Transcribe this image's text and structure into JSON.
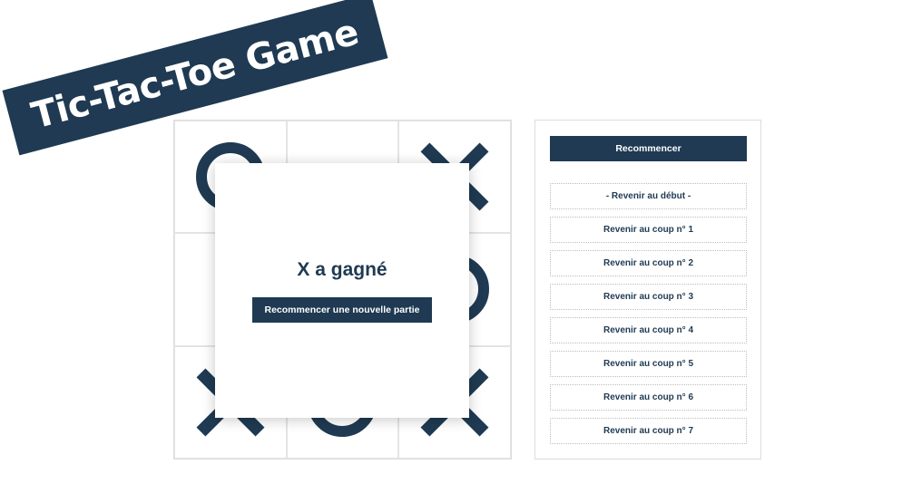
{
  "title": "Tic-Tac-Toe Game",
  "board": {
    "cells": [
      "O",
      "",
      "X",
      "",
      "",
      "O",
      "X",
      "O",
      "X"
    ]
  },
  "modal": {
    "message": "X a gagné",
    "button_label": "Recommencer une nouvelle partie"
  },
  "history": {
    "restart_label": "Recommencer",
    "moves": [
      "- Revenir au début -",
      "Revenir au coup n° 1",
      "Revenir au coup n° 2",
      "Revenir au coup n° 3",
      "Revenir au coup n° 4",
      "Revenir au coup n° 5",
      "Revenir au coup n° 6",
      "Revenir au coup n° 7"
    ]
  },
  "colors": {
    "primary": "#1f3a52",
    "background": "#ffffff"
  }
}
